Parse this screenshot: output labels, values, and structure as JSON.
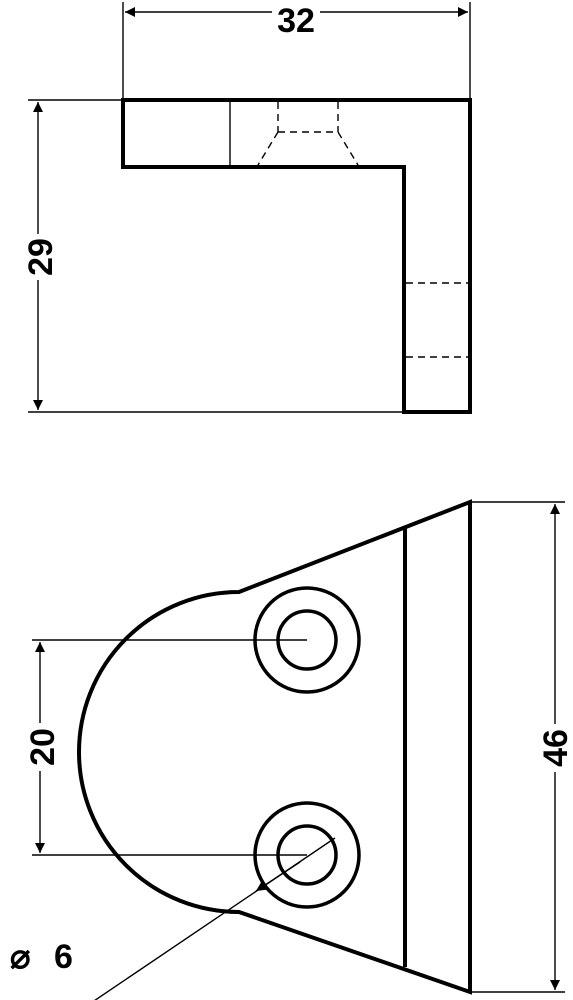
{
  "drawing": {
    "side_view": {
      "width_dimension": "32",
      "height_dimension": "29"
    },
    "top_view": {
      "hole_spacing_dimension": "20",
      "height_dimension": "46",
      "hole_diameter_symbol": "⌀",
      "hole_diameter_value": "6"
    }
  }
}
